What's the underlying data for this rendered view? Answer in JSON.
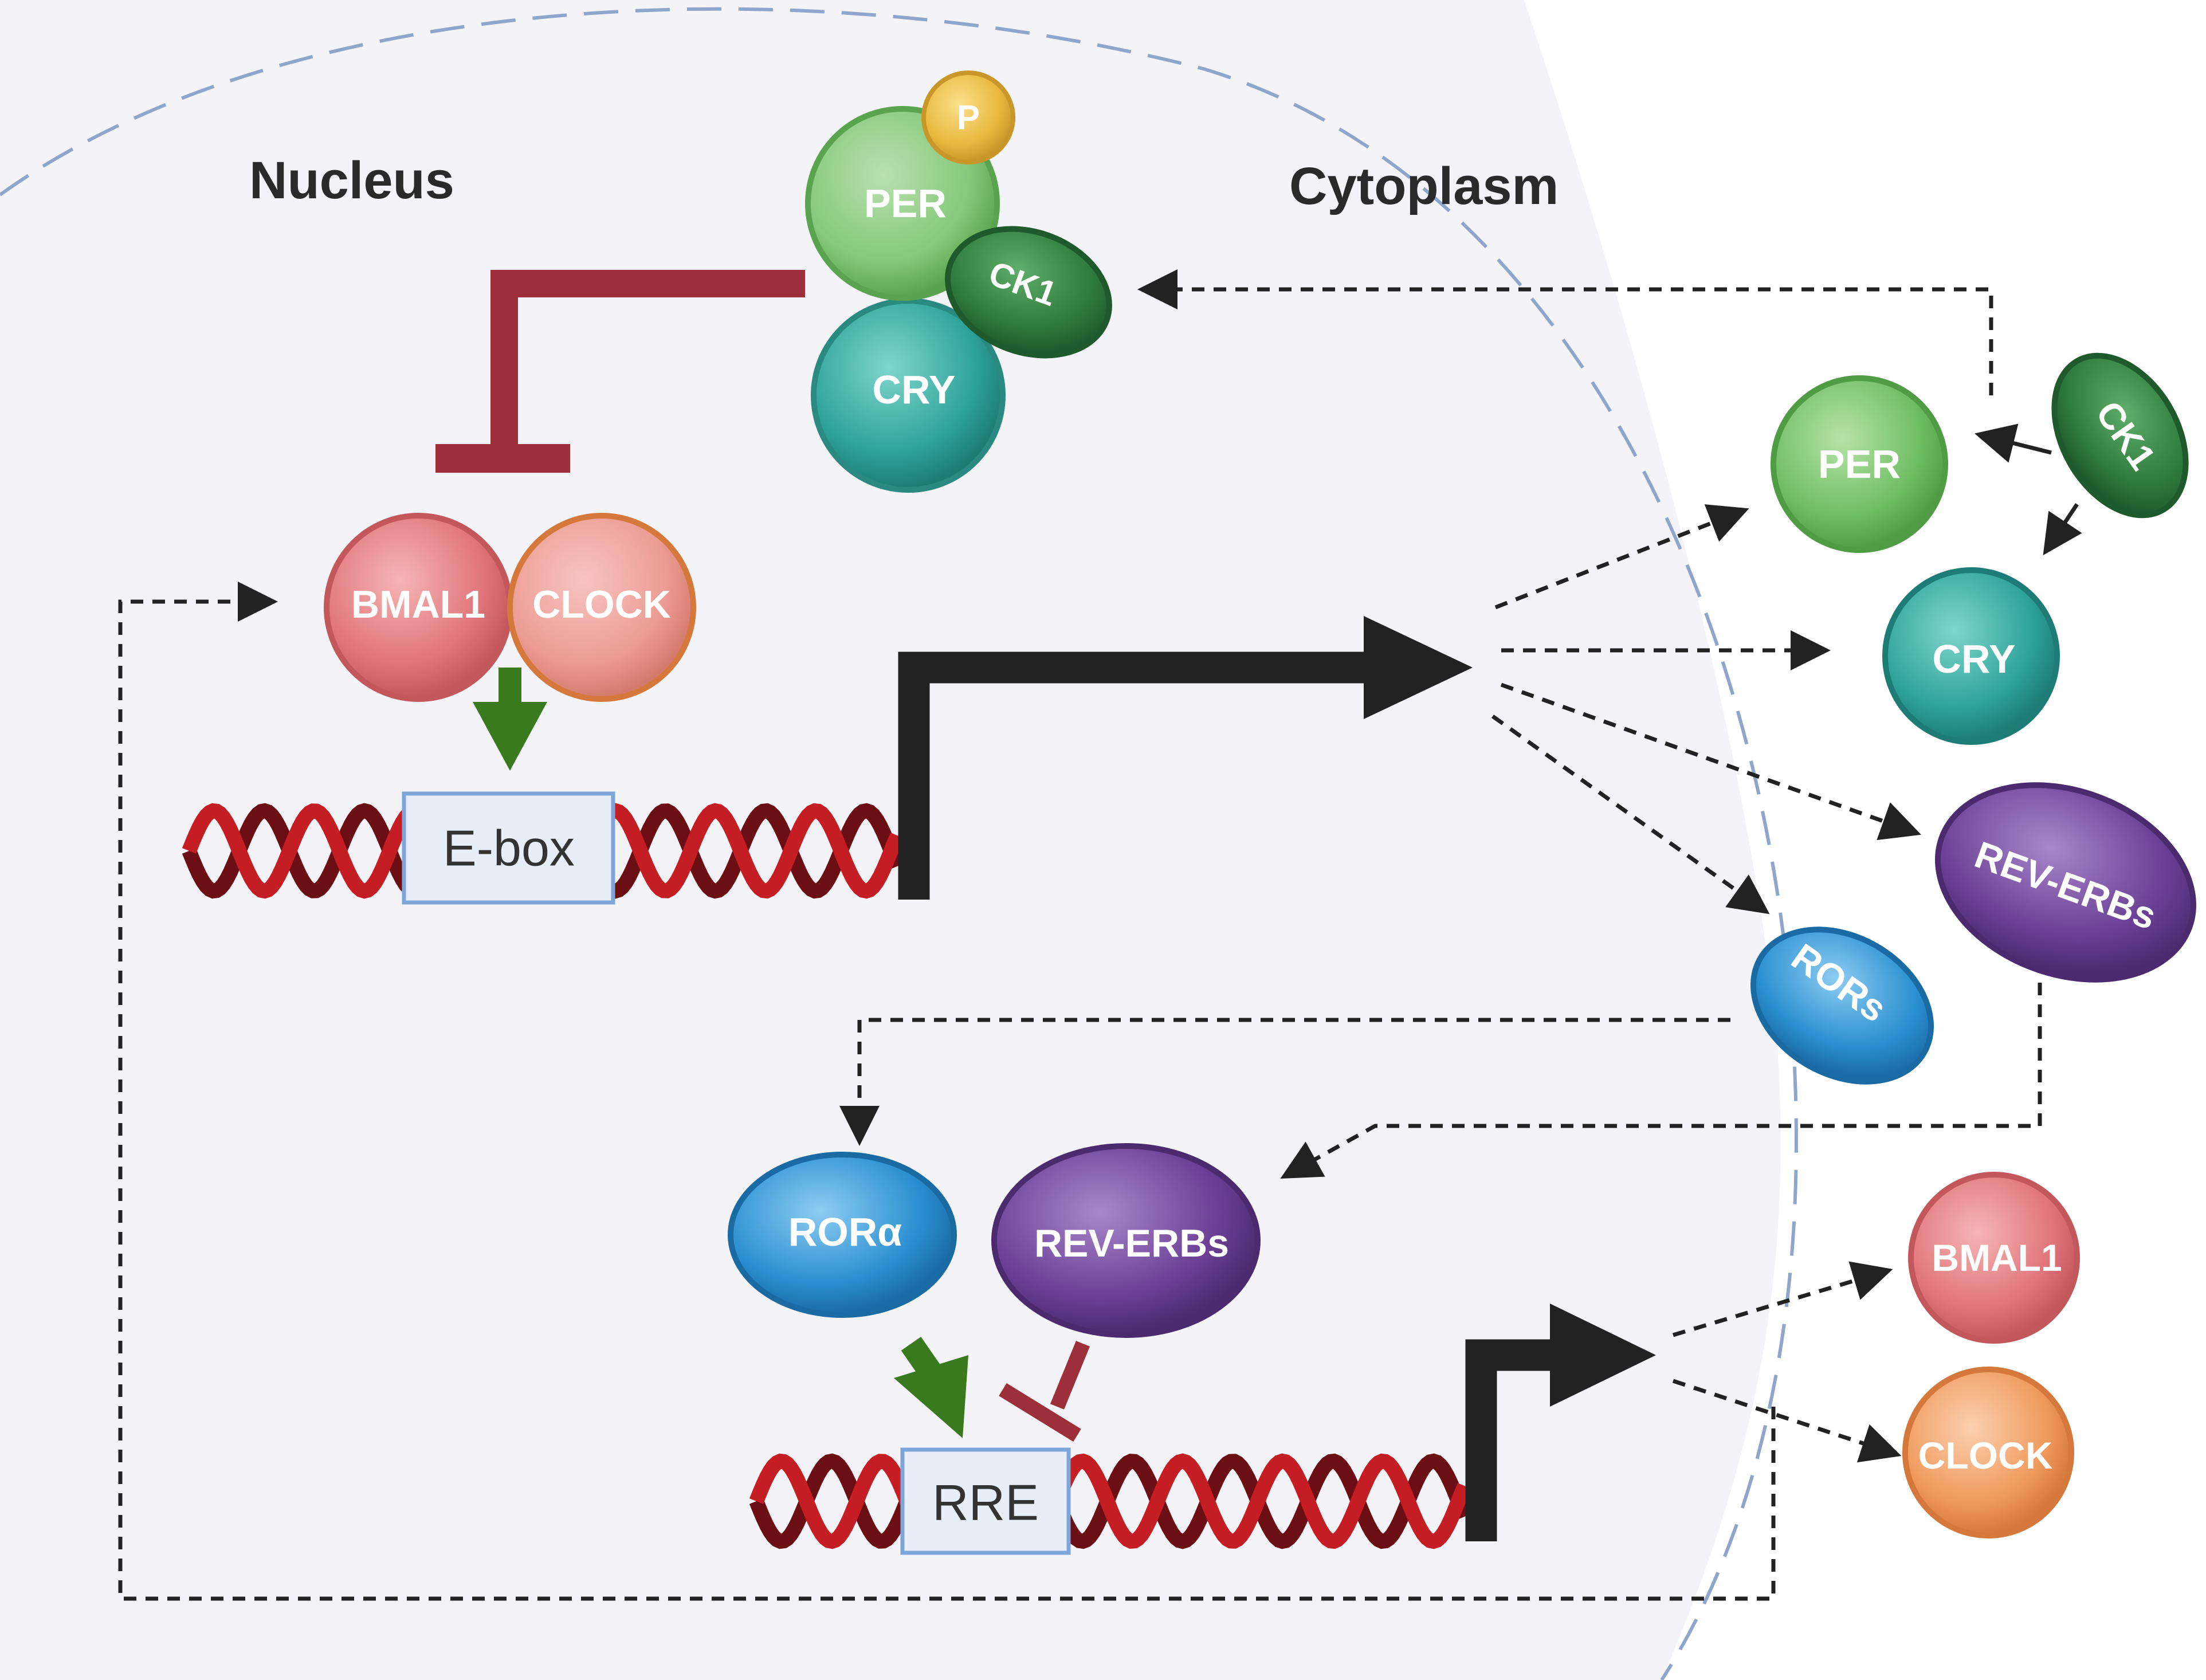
{
  "regions": {
    "nucleus": "Nucleus",
    "cytoplasm": "Cytoplasm"
  },
  "proteins": {
    "per_complex": "PER",
    "p": "P",
    "ck1_complex": "CK1",
    "cry_complex": "CRY",
    "bmal1": "BMAL1",
    "clock": "CLOCK",
    "per_cyto": "PER",
    "ck1_cyto": "CK1",
    "cry_cyto": "CRY",
    "rev_erbs_cyto": "REV-ERBs",
    "rors_cyto": "RORs",
    "ror_alpha": "RORα",
    "rev_erbs_nuc": "REV-ERBs",
    "bmal1_out": "BMAL1",
    "clock_out": "CLOCK"
  },
  "elements": {
    "ebox": "E-box",
    "rre": "RRE"
  },
  "colors": {
    "nucleus_fill": "#f4f4f8",
    "membrane": "#8fa6cc",
    "inhibit": "#9c2f3a",
    "activate": "#3a7a1f",
    "dna_dark": "#6b0f14",
    "dna_light": "#c41e24",
    "per": "#6fbe63",
    "cry": "#2ea39a",
    "ck1": "#2f7a3e",
    "bmal1": "#e0757a",
    "clock": "#f09a5c",
    "ror": "#2a8fd0",
    "rev_erb": "#6a3f94",
    "p": "#e8b83e"
  }
}
